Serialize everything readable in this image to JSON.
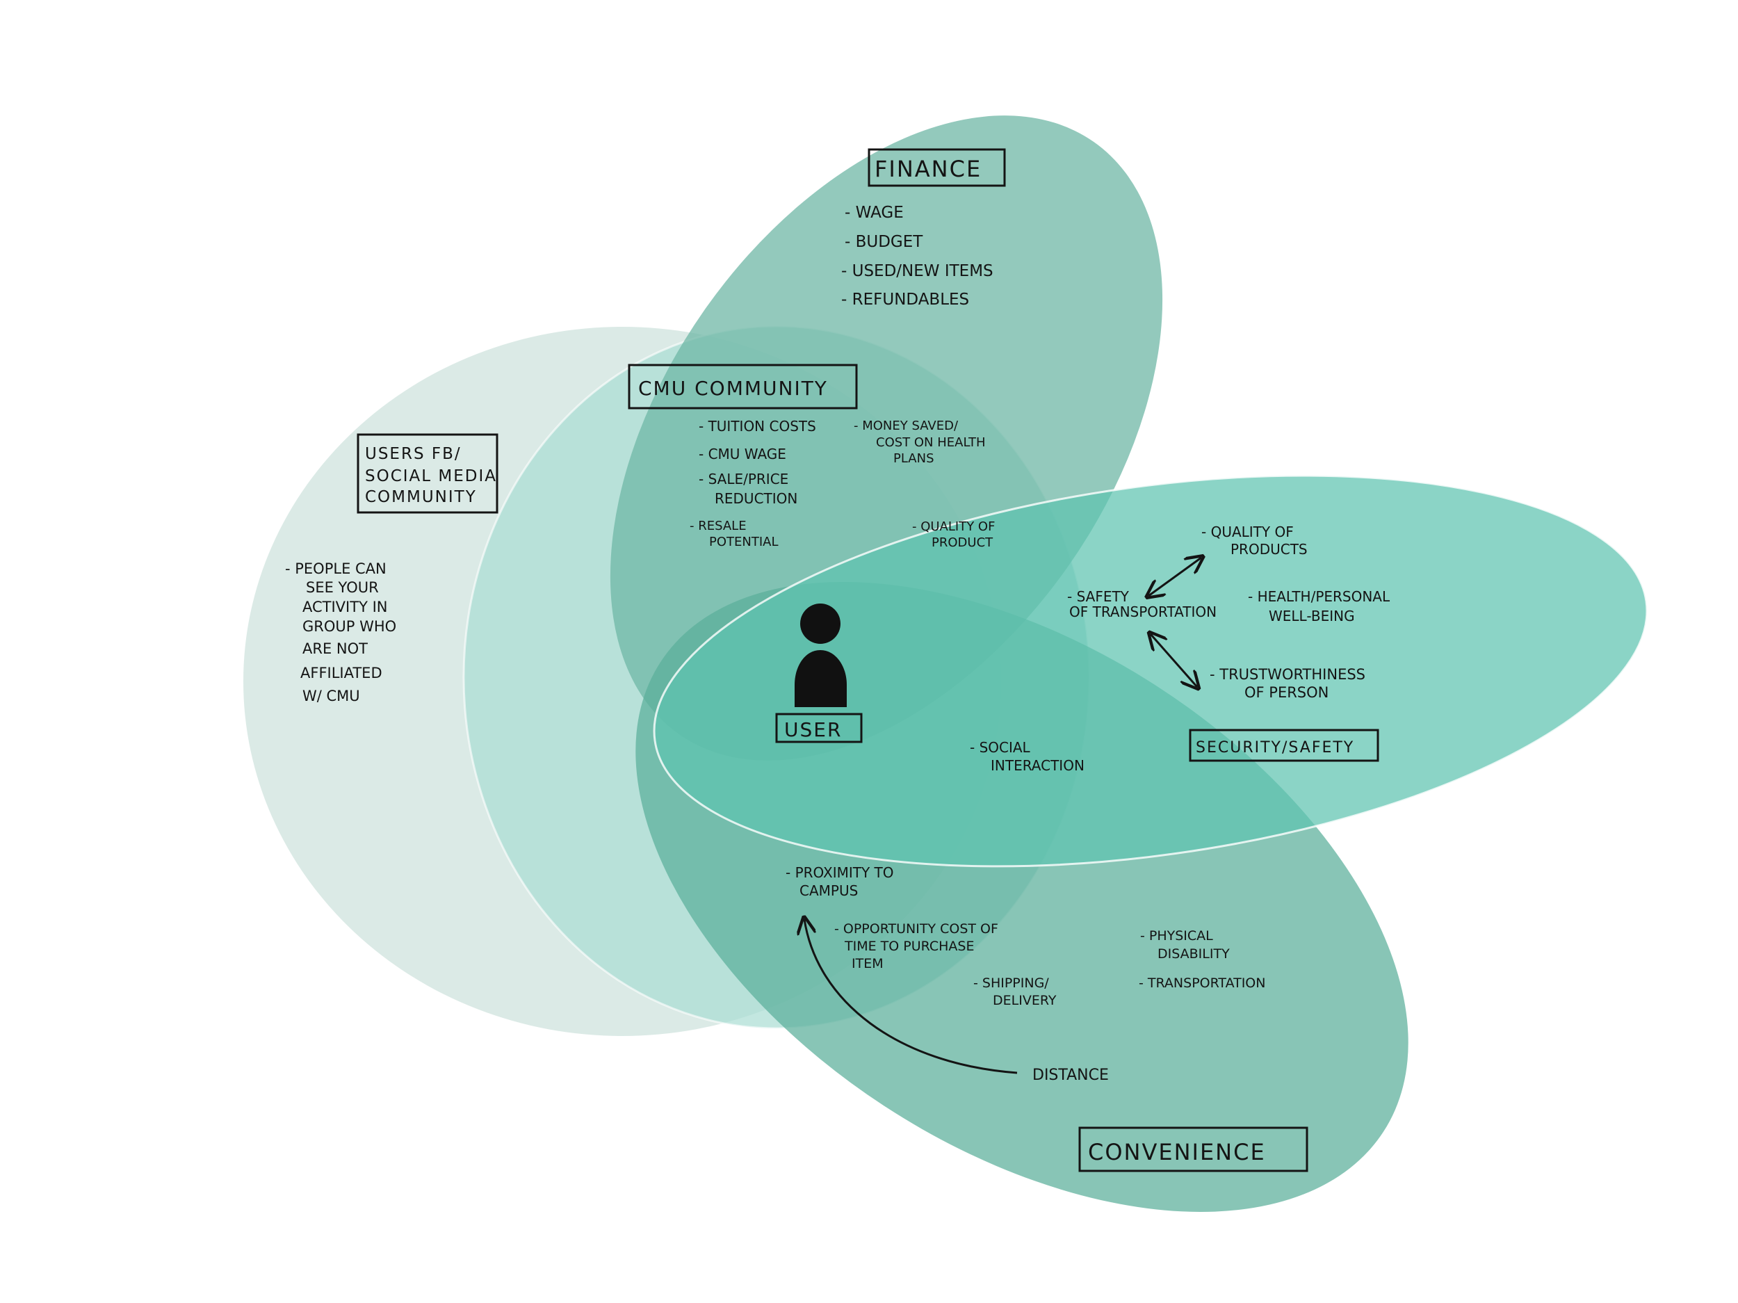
{
  "colors": {
    "background": "#ffffff",
    "users_fb": "#d9e9e5",
    "cmu_community": "#a9ddd3",
    "finance": "#6fb7a6",
    "security": "#5ec4b0",
    "convenience": "#5aaf9a",
    "ink": "#141414"
  },
  "areas": {
    "users_fb": {
      "title": [
        "USERS FB/",
        "SOCIAL MEDIA",
        "COMMUNITY"
      ],
      "items": [
        "- PEOPLE CAN",
        "SEE YOUR",
        "ACTIVITY IN",
        "GROUP WHO",
        "ARE NOT",
        "AFFILIATED",
        "W/ CMU"
      ]
    },
    "cmu_community": {
      "title": "CMU COMMUNITY",
      "items": {
        "tuition": "- TUITION COSTS",
        "wage": "- CMU WAGE",
        "sale": [
          "- SALE/PRICE",
          "REDUCTION"
        ],
        "resale": [
          "- RESALE",
          "POTENTIAL"
        ]
      }
    },
    "finance": {
      "title": "FINANCE",
      "items": [
        "- WAGE",
        "- BUDGET",
        "- USED/NEW ITEMS",
        "- REFUNDABLES"
      ]
    },
    "finance_cmu_overlap": {
      "money": [
        "- MONEY SAVED/",
        "COST ON HEALTH",
        "PLANS"
      ],
      "quality": [
        "- QUALITY OF",
        "PRODUCT"
      ]
    },
    "security": {
      "title": "SECURITY/SAFETY",
      "items": {
        "quality": [
          "- QUALITY OF",
          "PRODUCTS"
        ],
        "safety": [
          "- SAFETY",
          "OF TRANSPORTATION"
        ],
        "health": [
          "- HEALTH/PERSONAL",
          "WELL-BEING"
        ],
        "trust": [
          "- TRUSTWORTHINESS",
          "OF PERSON"
        ]
      }
    },
    "center": {
      "social": [
        "- SOCIAL",
        "INTERACTION"
      ]
    },
    "convenience": {
      "title": "CONVENIENCE",
      "items": {
        "proximity": [
          "- PROXIMITY TO",
          "CAMPUS"
        ],
        "opportunity": [
          "- OPPORTUNITY COST OF",
          "TIME TO PURCHASE",
          "ITEM"
        ],
        "physical": [
          "- PHYSICAL",
          "DISABILITY"
        ],
        "shipping": [
          "- SHIPPING/",
          "DELIVERY"
        ],
        "transportation": "- TRANSPORTATION",
        "distance": "DISTANCE"
      }
    }
  },
  "user": {
    "label": "USER",
    "icon": "person-icon"
  }
}
